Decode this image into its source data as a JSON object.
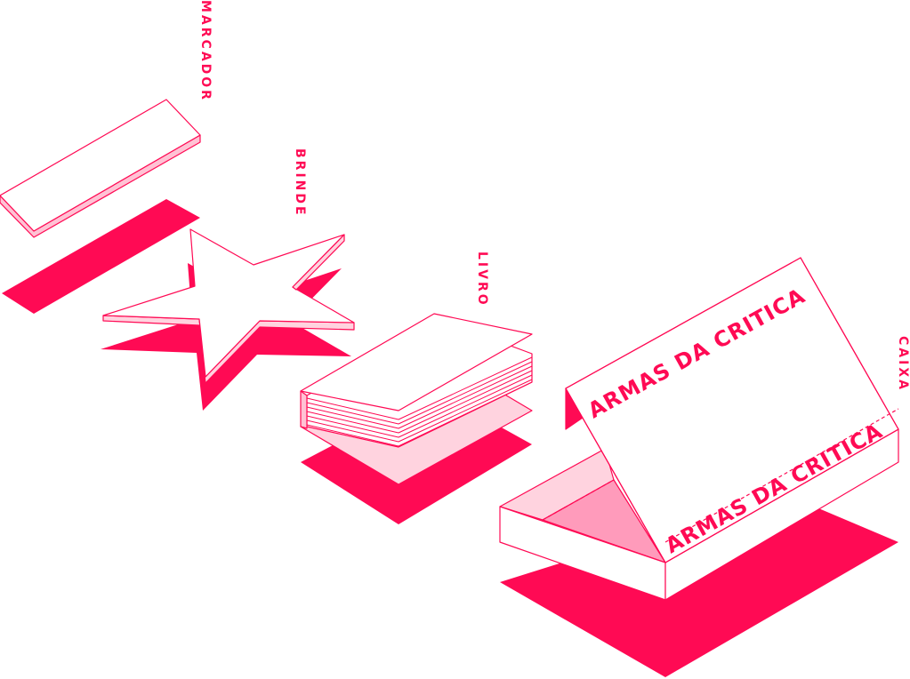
{
  "labels": {
    "marcador": "MARCADOR",
    "brinde": "BRINDE",
    "livro": "LIVRO",
    "caixa": "CAIXA"
  },
  "box_pattern_text": "ARMAS DA CRITICA",
  "colors": {
    "accent": "#ff0a54",
    "light_pink": "#ffd3df",
    "mid_pink": "#ff9bbb",
    "background": "#ffffff"
  }
}
